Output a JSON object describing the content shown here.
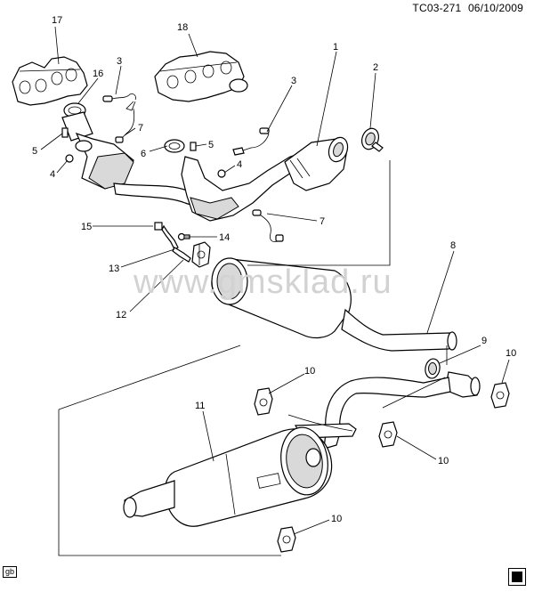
{
  "header": {
    "code": "TC03-271",
    "date": "06/10/2009"
  },
  "watermark": "www.gmsklad.ru",
  "footer": {
    "badge": "gb",
    "logo_icon": "gm-logo-icon"
  },
  "callouts": {
    "c1": "1",
    "c2": "2",
    "c3a": "3",
    "c3b": "3",
    "c4a": "4",
    "c4b": "4",
    "c5a": "5",
    "c5b": "5",
    "c6": "6",
    "c7a": "7",
    "c7b": "7",
    "c8": "8",
    "c9": "9",
    "c10a": "10",
    "c10b": "10",
    "c10c": "10",
    "c10d": "10",
    "c11": "11",
    "c12": "12",
    "c13": "13",
    "c14": "14",
    "c15": "15",
    "c16": "16",
    "c17": "17",
    "c18": "18"
  }
}
